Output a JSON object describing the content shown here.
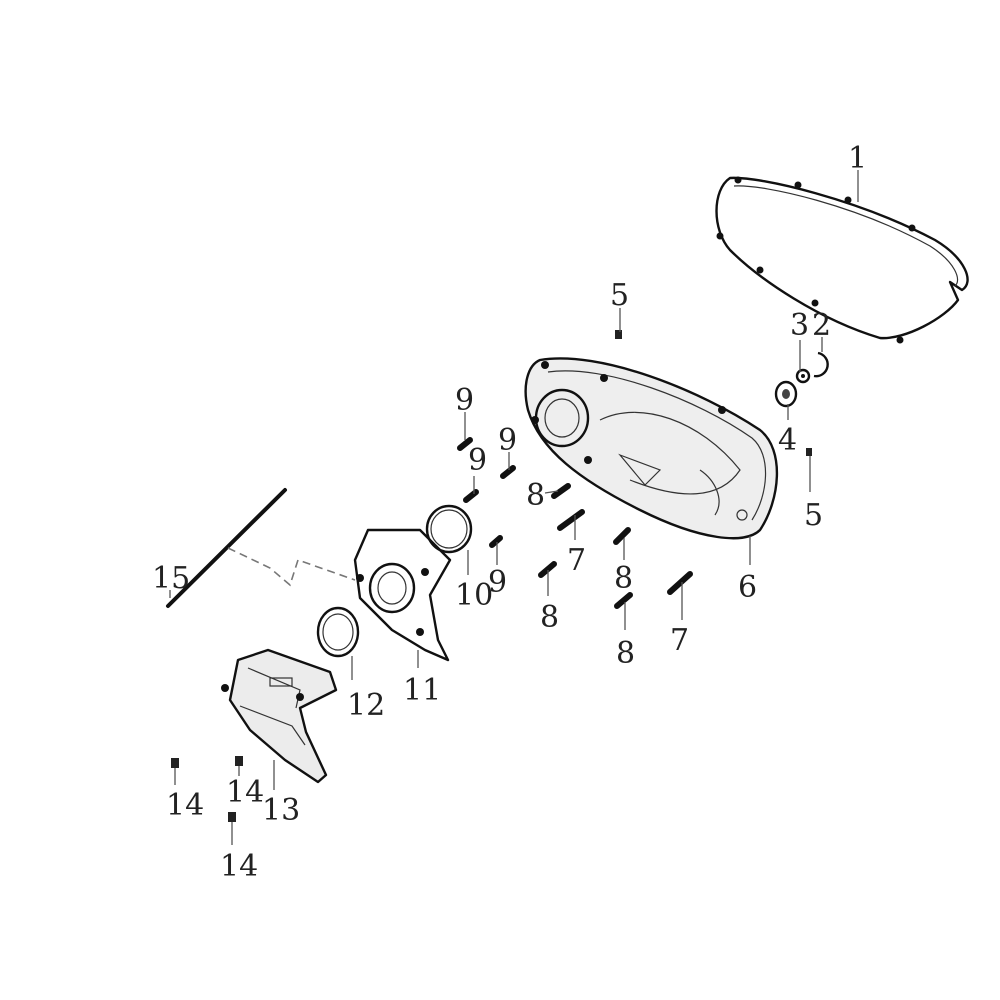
{
  "callouts": {
    "c1": "1",
    "c2": "2",
    "c3": "3",
    "c4": "4",
    "c5a": "5",
    "c5b": "5",
    "c6": "6",
    "c7a": "7",
    "c7b": "7",
    "c8a": "8",
    "c8b": "8",
    "c8c": "8",
    "c8d": "8",
    "c9a": "9",
    "c9b": "9",
    "c9c": "9",
    "c9d": "9",
    "c10": "10",
    "c11": "11",
    "c12": "12",
    "c13": "13",
    "c14a": "14",
    "c14b": "14",
    "c14c": "14",
    "c15": "15"
  },
  "colors": {
    "ink": "#111111",
    "shade": "#cfcfcf",
    "background": "#ffffff"
  }
}
